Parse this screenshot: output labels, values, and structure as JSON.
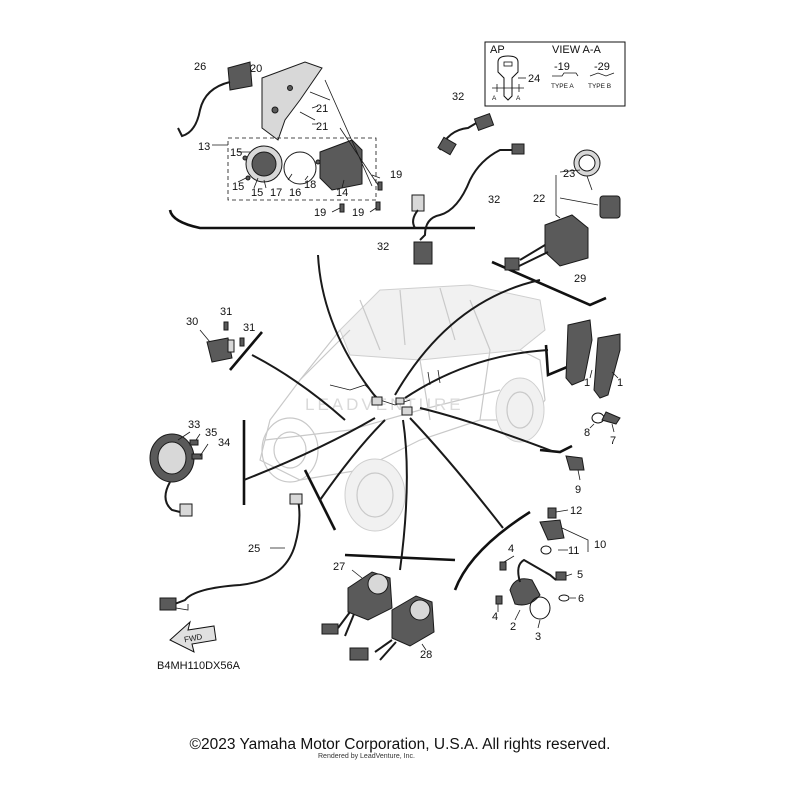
{
  "diagram": {
    "part_code": "B4MH110DX56A",
    "view_header": {
      "left": "AP",
      "right": "VIEW A-A"
    },
    "key_callout": "24",
    "section_marks": [
      "A",
      "A"
    ],
    "type_a": {
      "code": "-19",
      "label": "TYPE A"
    },
    "type_b": {
      "code": "-29",
      "label": "TYPE B"
    },
    "fwd_label": "FWD",
    "watermark": "LEADVENTURE",
    "callouts": {
      "c1a": "1",
      "c1b": "1",
      "c2": "2",
      "c3": "3",
      "c4a": "4",
      "c4b": "4",
      "c5": "5",
      "c6": "6",
      "c7": "7",
      "c8": "8",
      "c9": "9",
      "c10": "10",
      "c11a": "11",
      "c12": "12",
      "c13": "13",
      "c14": "14",
      "c15a": "15",
      "c15b": "15",
      "c15c": "15",
      "c16": "16",
      "c17": "17",
      "c18": "18",
      "c19a": "19",
      "c19b": "19",
      "c19c": "19",
      "c20": "20",
      "c21a": "21",
      "c21b": "21",
      "c22": "22",
      "c23": "23",
      "c25": "25",
      "c26": "26",
      "c27": "27",
      "c28": "28",
      "c29": "29",
      "c30": "30",
      "c31a": "31",
      "c31b": "31",
      "c32a": "32",
      "c32b": "32",
      "c32c": "32",
      "c33": "33",
      "c34": "34",
      "c35": "35"
    }
  },
  "footer": {
    "copyright": "©2023 Yamaha Motor Corporation, U.S.A. All rights reserved.",
    "rendered_by": "Rendered by LeadVenture, Inc."
  }
}
